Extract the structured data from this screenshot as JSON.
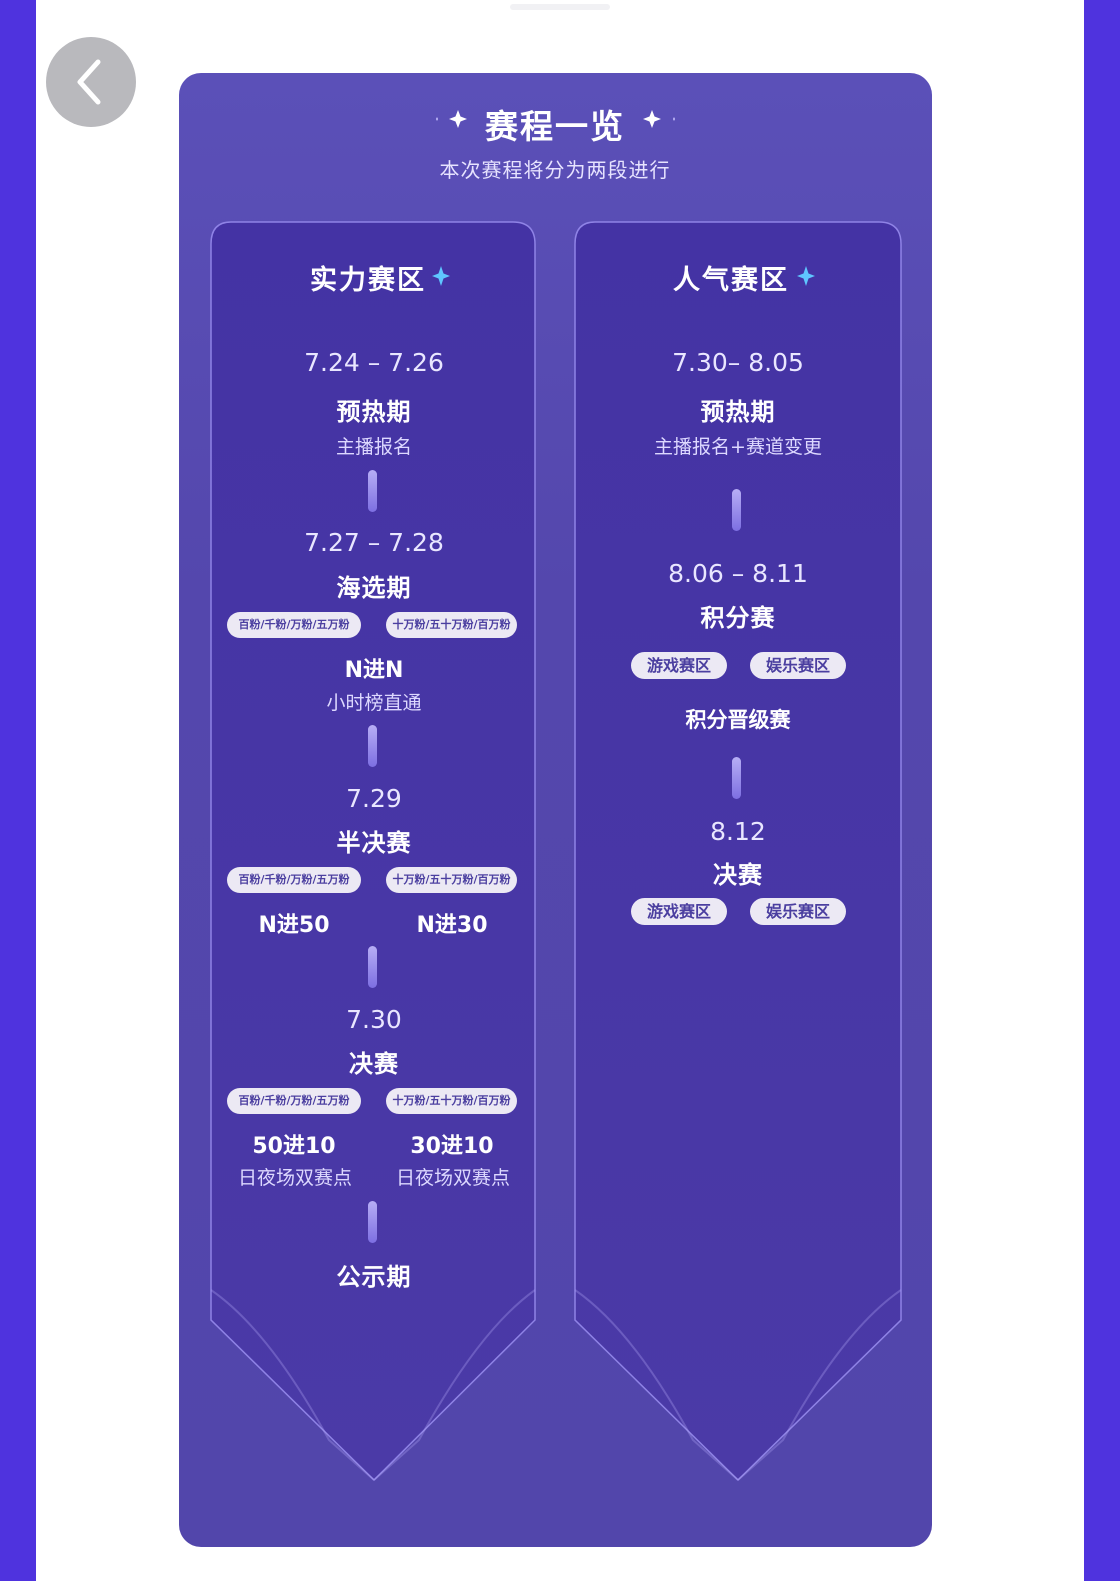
{
  "header": {
    "title": "赛程一览",
    "subtitle": "本次赛程将分为两段进行"
  },
  "icons": {
    "back": "chevron-left-icon",
    "star": "sparkle-star-icon"
  },
  "colors": {
    "frame": "#4f33de",
    "panel": "#5447ad",
    "column": "#45359f",
    "chip_bg": "#ece9f4",
    "chip_text": "#4b3fa0"
  },
  "strength_zone": {
    "title": "实力赛区",
    "warmup": {
      "date": "7.24 – 7.26",
      "stage": "预热期",
      "desc": "主播报名"
    },
    "audition": {
      "date": "7.27 – 7.28",
      "stage": "海选期",
      "chip_a": "百粉/千粉/万粉/五万粉",
      "chip_b": "十万粉/五十万粉/百万粉",
      "rule": "N进N",
      "note": "小时榜直通"
    },
    "semifinal": {
      "date": "7.29",
      "stage": "半决赛",
      "chip_a": "百粉/千粉/万粉/五万粉",
      "chip_b": "十万粉/五十万粉/百万粉",
      "rule_a": "N进50",
      "rule_b": "N进30"
    },
    "final": {
      "date": "7.30",
      "stage": "决赛",
      "chip_a": "百粉/千粉/万粉/五万粉",
      "chip_b": "十万粉/五十万粉/百万粉",
      "rule_a": "50进10",
      "rule_b": "30进10",
      "note_a": "日夜场双赛点",
      "note_b": "日夜场双赛点"
    },
    "publicity": {
      "stage": "公示期"
    }
  },
  "popularity_zone": {
    "title": "人气赛区",
    "warmup": {
      "date": "7.30– 8.05",
      "stage": "预热期",
      "desc": "主播报名+赛道变更"
    },
    "points": {
      "date": "8.06 – 8.11",
      "stage": "积分赛",
      "chip_a": "游戏赛区",
      "chip_b": "娱乐赛区",
      "rule": "积分晋级赛"
    },
    "final": {
      "date": "8.12",
      "stage": "决赛",
      "chip_a": "游戏赛区",
      "chip_b": "娱乐赛区"
    }
  }
}
